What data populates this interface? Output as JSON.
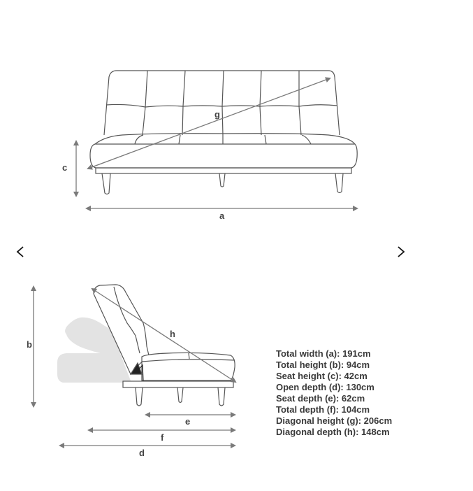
{
  "carousel": {
    "prev_label": "‹",
    "next_label": "›",
    "prev_icon": "chevron-left-icon",
    "next_icon": "chevron-right-icon"
  },
  "front_view": {
    "labels": {
      "g": "g",
      "c": "c",
      "a": "a"
    }
  },
  "side_view": {
    "labels": {
      "b": "b",
      "h": "h",
      "e": "e",
      "f": "f",
      "d": "d"
    }
  },
  "specs": [
    "Total width (a): 191cm",
    "Total height (b): 94cm",
    "Seat height (c): 42cm",
    "Open depth (d): 130cm",
    "Seat depth (e): 62cm",
    "Total depth (f): 104cm",
    "Diagonal height (g): 206cm",
    "Diagonal depth (h): 148cm"
  ],
  "colors": {
    "line": "#555555",
    "arrow": "#7a7a7a",
    "ghost": "#e3e3e3",
    "text": "#3a3a3a"
  }
}
